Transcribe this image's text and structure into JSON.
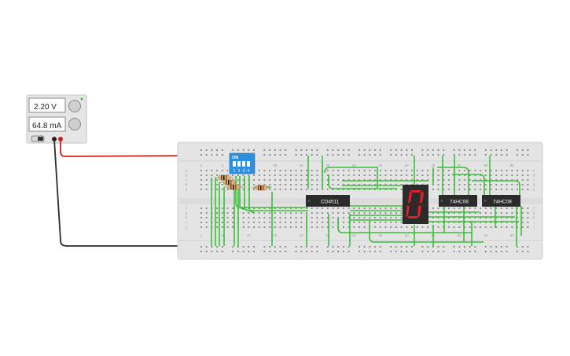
{
  "power_supply": {
    "voltage": "2.20 V",
    "current": "64.8 mA"
  },
  "dip_switch": {
    "on_label": "ON",
    "numbers": [
      "1",
      "2",
      "3",
      "4"
    ]
  },
  "chips": {
    "left": "CD4511",
    "right_a": "74HC08",
    "right_b": "74HC08"
  },
  "display": {
    "digit": "0"
  },
  "breadboard": {
    "col_labels": [
      "1",
      "5",
      "10",
      "15",
      "20",
      "25",
      "30",
      "35",
      "40",
      "45",
      "50",
      "55",
      "60"
    ],
    "row_labels_top": [
      "a",
      "b",
      "c",
      "d",
      "e"
    ],
    "row_labels_bottom": [
      "f",
      "g",
      "h",
      "i",
      "j"
    ]
  },
  "colors": {
    "board": "#e4e4e4",
    "wire_green": "#3bbf3b",
    "wire_red": "#d42020",
    "wire_black": "#2a2a2a",
    "chip": "#2b2b2b",
    "segment_on": "#e3202a",
    "dip_blue": "#2d8fe0"
  }
}
